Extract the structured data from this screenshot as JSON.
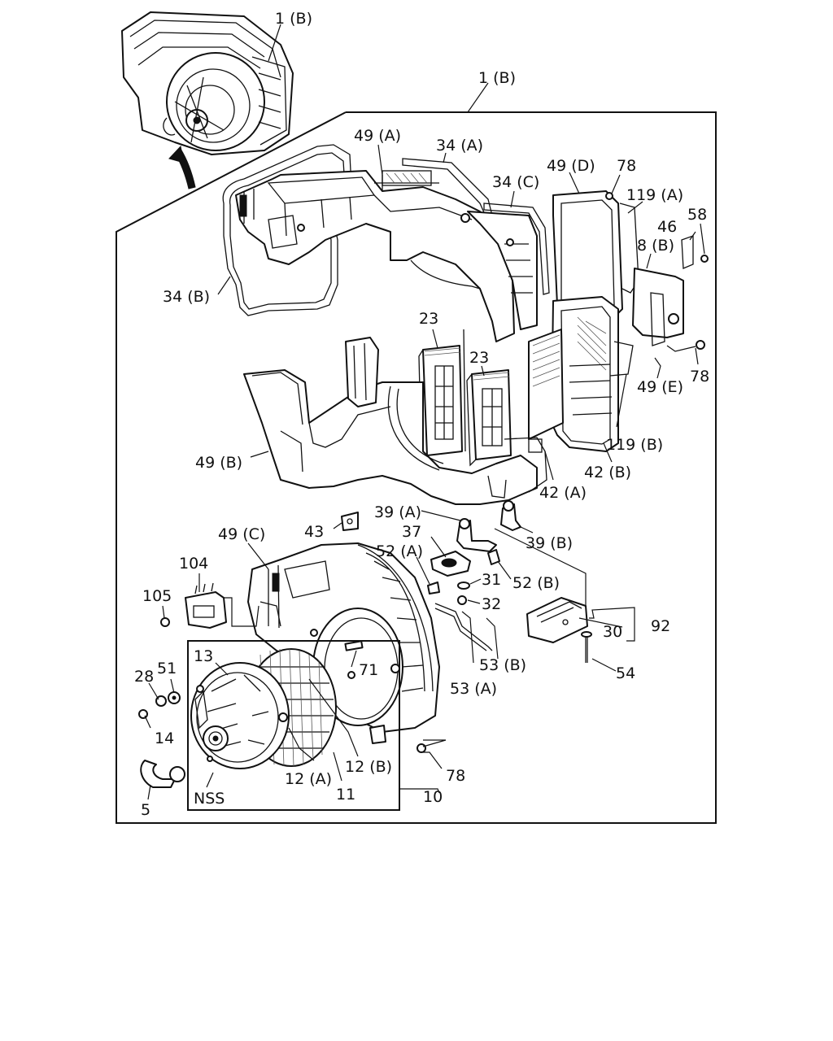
{
  "labels": {
    "1b_top": "1 (B)",
    "1b_main": "1 (B)",
    "34a": "34 (A)",
    "34b": "34 (B)",
    "34c": "34 (C)",
    "49a": "49 (A)",
    "49b": "49 (B)",
    "49c": "49 (C)",
    "49d": "49 (D)",
    "49e": "49 (E)",
    "78_top": "78",
    "78_right": "78",
    "78_bottom": "78",
    "119a": "119 (A)",
    "119b": "119 (B)",
    "46": "46",
    "58": "58",
    "8b": "8 (B)",
    "23_left": "23",
    "23_right": "23",
    "42a": "42 (A)",
    "42b": "42 (B)",
    "39a": "39 (A)",
    "39b": "39 (B)",
    "43": "43",
    "37": "37",
    "52a": "52 (A)",
    "52b": "52 (B)",
    "31": "31",
    "32": "32",
    "104": "104",
    "105": "105",
    "30": "30",
    "92": "92",
    "53a": "53 (A)",
    "53b": "53 (B)",
    "54": "54",
    "71": "71",
    "13": "13",
    "28": "28",
    "51": "51",
    "14": "14",
    "5": "5",
    "nss": "NSS",
    "12a": "12 (A)",
    "12b": "12 (B)",
    "11": "11",
    "10": "10"
  },
  "colors": {
    "ink": "#111111",
    "paper": "#ffffff"
  }
}
